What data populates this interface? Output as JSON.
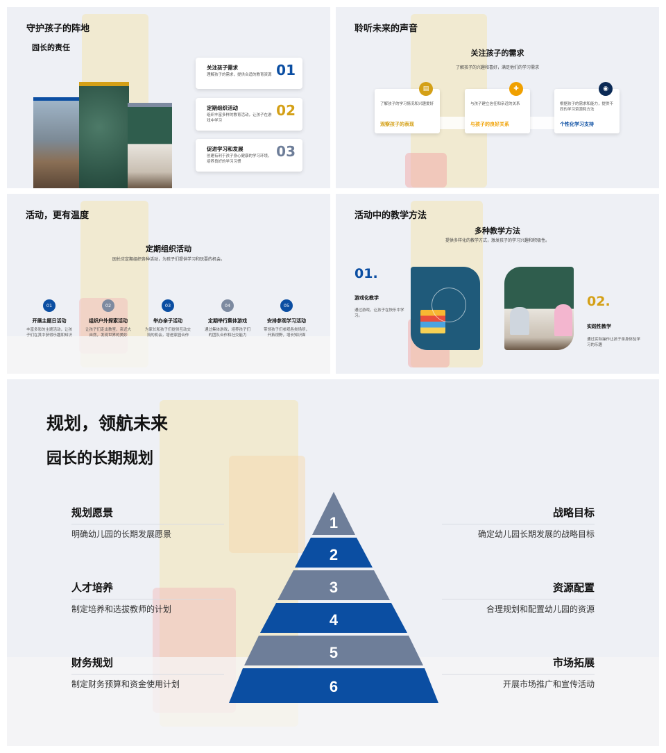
{
  "slide1": {
    "title": "守护孩子的阵地",
    "subtitle": "园长的责任",
    "cards": [
      {
        "title": "关注孩子需求",
        "desc": "理解孩子的需求，提供合适的教育资源",
        "num": "01",
        "color": "#0b4ea2"
      },
      {
        "title": "定期组织活动",
        "desc": "组织丰富多样的教育活动，让孩子在游戏中学习",
        "num": "02",
        "color": "#d4a017"
      },
      {
        "title": "促进学习和发展",
        "desc": "创建有利于孩子身心健康的学习环境，培养良好的学习习惯",
        "num": "03",
        "color": "#6e7e99"
      }
    ]
  },
  "slide2": {
    "title": "聆听未来的声音",
    "heading": "关注孩子的需求",
    "sub": "了解孩子的兴趣和喜好，满足他们的学习需求",
    "cards": [
      {
        "desc": "了解孩子的学习情况和兴趣爱好",
        "label": "观察孩子的表现",
        "color": "#d4a017",
        "icon": "notebook-icon",
        "glyph": "▤"
      },
      {
        "desc": "与孩子建立信任和亲近的关系",
        "label": "与孩子的良好关系",
        "color": "#f0a000",
        "icon": "puzzle-icon",
        "glyph": "✚"
      },
      {
        "desc": "根据孩子的需求和能力，提供不同的学习资源和方法",
        "label": "个性化学习支持",
        "color": "#0b2a55",
        "icon": "target-icon",
        "glyph": "◉"
      }
    ]
  },
  "slide3": {
    "title": "活动，更有温度",
    "heading": "定期组织活动",
    "sub": "园长应定期组织各种活动，为孩子们提供学习和玩耍的机会。",
    "steps": [
      {
        "num": "01",
        "title": "开展主题日活动",
        "desc": "丰富多彩的主题活动，让孩子们在其中获得乐趣和知识",
        "color": "#0b4ea2"
      },
      {
        "num": "02",
        "title": "组织户外探索活动",
        "desc": "让孩子们走出教室，亲近大自然，发现世界的美妙",
        "color": "#7d8aa0"
      },
      {
        "num": "03",
        "title": "举办亲子活动",
        "desc": "为家长和孩子们提供互动交流的机会，增进家园合作",
        "color": "#0b4ea2"
      },
      {
        "num": "04",
        "title": "定期举行集体游戏",
        "desc": "通过集体游戏，培养孩子们的团队合作和社交能力",
        "color": "#7d8aa0"
      },
      {
        "num": "05",
        "title": "安排参观学习活动",
        "desc": "带领孩子们参观各类场所，开拓视野，增长知识面",
        "color": "#0b4ea2"
      }
    ]
  },
  "slide4": {
    "title": "活动中的教学方法",
    "heading": "多种教学方法",
    "sub": "提供多样化的教学方式，激发孩子的学习兴趣和积极性。",
    "m1": {
      "num": "01.",
      "title": "游戏化教学",
      "desc": "通过游戏，让孩子在快乐中学习。",
      "color": "#0b4ea2"
    },
    "m2": {
      "num": "02.",
      "title": "实践性教学",
      "desc": "通过实际操作让孩子亲身体验学习的乐趣",
      "color": "#d4a017"
    }
  },
  "slide5": {
    "title": "规划，领航未来",
    "subtitle": "园长的长期规划",
    "levels": [
      "1",
      "2",
      "3",
      "4",
      "5",
      "6"
    ],
    "colors": {
      "blue": "#0b4ea2",
      "gray": "#6e7e99"
    },
    "left": [
      {
        "title": "规划愿景",
        "desc": "明确幼儿园的长期发展愿景"
      },
      {
        "title": "人才培养",
        "desc": "制定培养和选拔教师的计划"
      },
      {
        "title": "财务规划",
        "desc": "制定财务预算和资金使用计划"
      }
    ],
    "right": [
      {
        "title": "战略目标",
        "desc": "确定幼儿园长期发展的战略目标"
      },
      {
        "title": "资源配置",
        "desc": "合理规划和配置幼儿园的资源"
      },
      {
        "title": "市场拓展",
        "desc": "开展市场推广和宣传活动"
      }
    ]
  }
}
